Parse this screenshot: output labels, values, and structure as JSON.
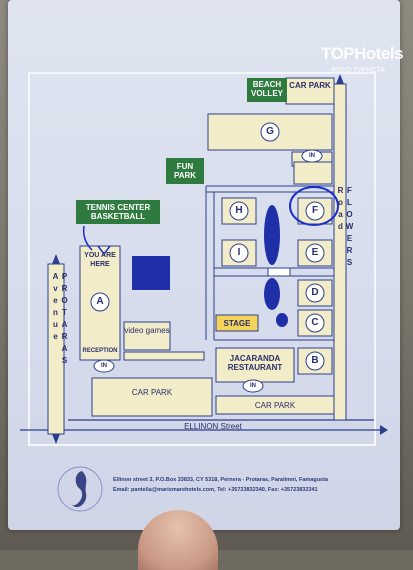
{
  "map": {
    "labels": {
      "beach_volley": "BEACH VOLLEY",
      "car_park_top": "CAR PARK",
      "fun_park": "FUN PARK",
      "tennis": "TENNIS CENTER BASKETBALL",
      "you_are_here": "YOU ARE HERE",
      "block_a": "A",
      "reception": "RECEPTION",
      "in_a": "IN",
      "video_games": "video games",
      "block_g": "G",
      "in_g": "IN",
      "block_h": "H",
      "block_f": "F",
      "block_i": "I",
      "block_e": "E",
      "block_d": "D",
      "stage": "STAGE",
      "block_c": "C",
      "jacaranda": "JACARANDA RESTAURANT",
      "in_jac": "IN",
      "block_b": "B",
      "car_park_left": "CAR PARK",
      "car_park_right": "CAR PARK",
      "protaras_avenue": "PROTARAS Avenue",
      "ellinon_street": "ELLINON Street",
      "flowers_road": "FLOWERS Road"
    },
    "colors": {
      "line": "#2c3f8c",
      "green": "#2f7a3e",
      "cream": "#f3ecc9",
      "pool": "#1f2fa8",
      "highlight": "#1b30c9"
    }
  },
  "footer": {
    "line1": "Ellinon street 3, P.O.Box 33833, CY 5318, Pernera - Protaras, Paralimni, Famagusta",
    "line2": "Email: pantelia@marismarehotels.com, Tel: +35723832340, Fax: +35723832341"
  },
  "watermark": {
    "brand": "TOPHotels",
    "sub": "ФОТО ТУРИСТА"
  }
}
